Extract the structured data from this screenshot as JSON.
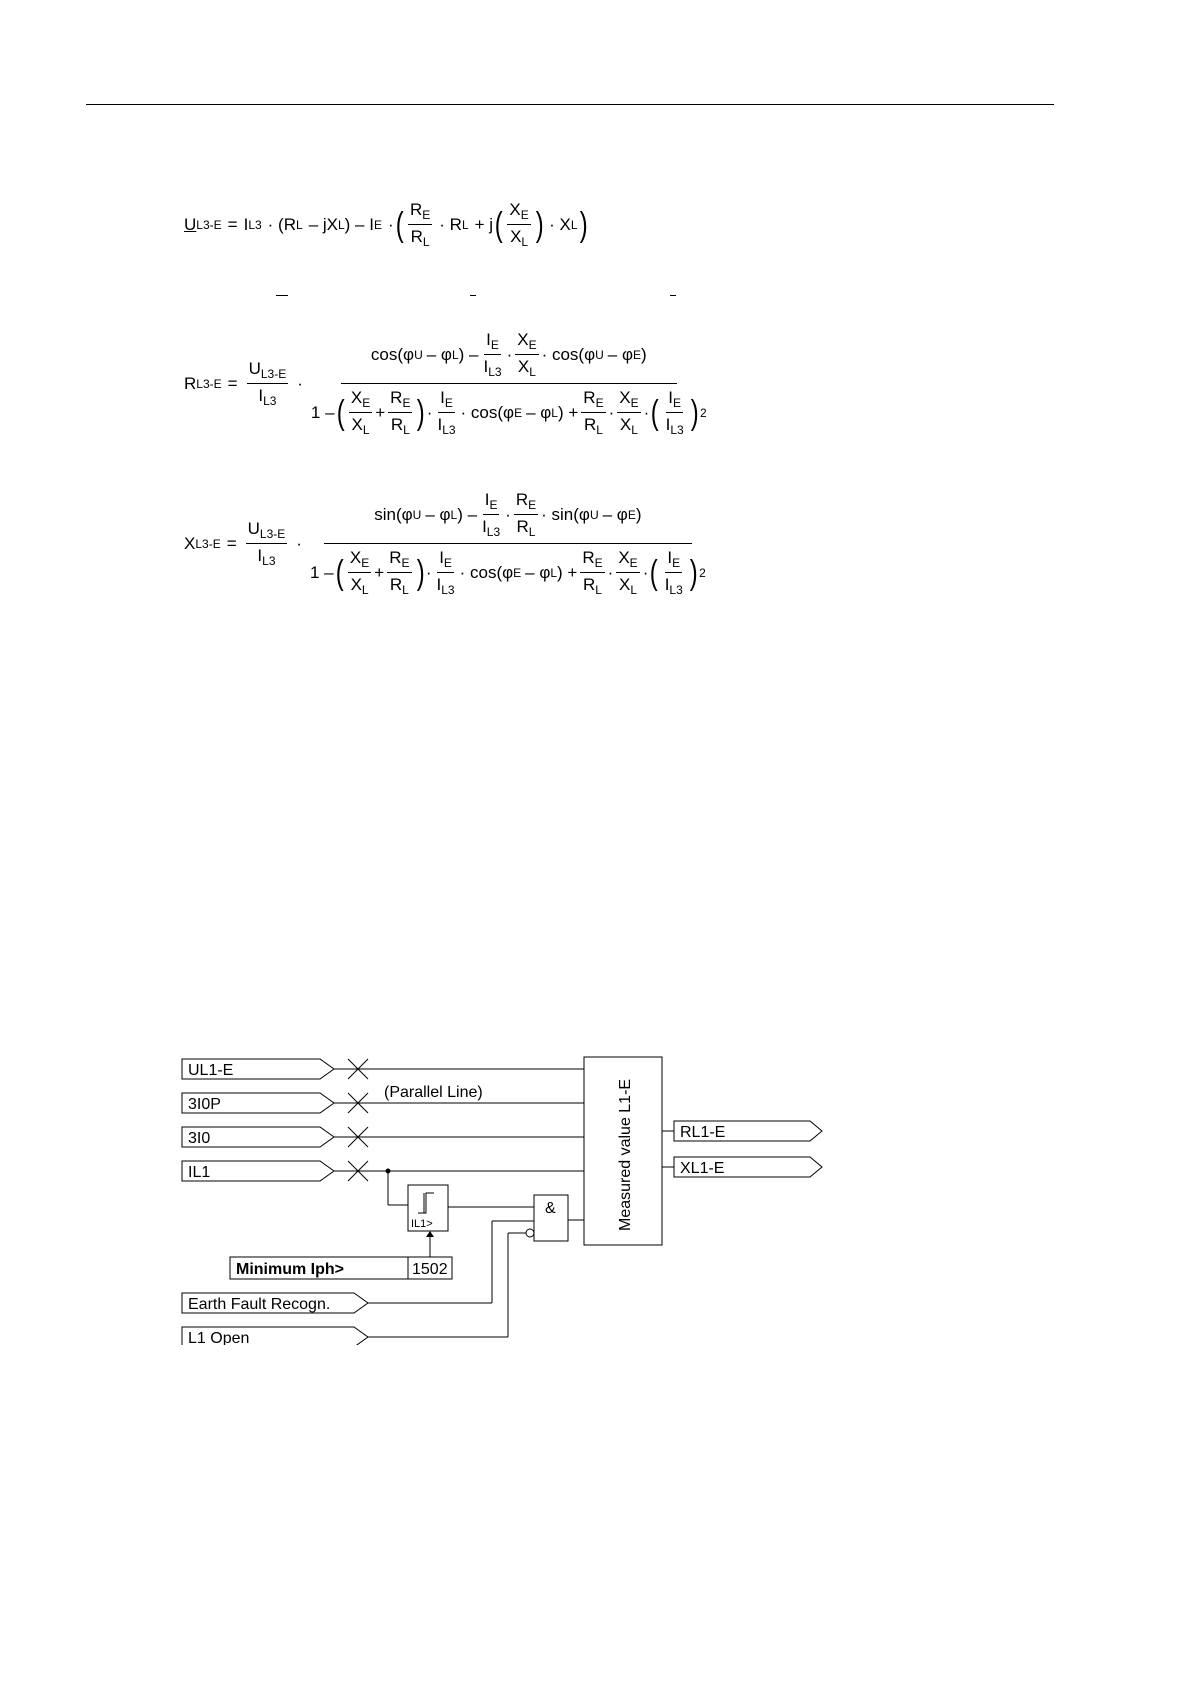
{
  "formulas": {
    "f1": {
      "lhs": "U",
      "lhs_sub": "L3-E",
      "eq": "=",
      "t1": "I",
      "t1_sub": "L3",
      "t2": "· (R",
      "t2_sub": "L",
      "t3": "– jX",
      "t3_sub": "L",
      "t4": ") – I",
      "t4_sub": "E",
      "t5": "·",
      "rE": "R",
      "rE_sub": "E",
      "rL": "R",
      "rL_sub": "L",
      "t6": "· R",
      "t6_sub": "L",
      "t7": "+ j",
      "xE": "X",
      "xE_sub": "E",
      "xL": "X",
      "xL_sub": "L",
      "t8": "· X",
      "t8_sub": "L"
    },
    "f2": {
      "lhs": "R",
      "lhs_sub": "L3-E",
      "eq": "=",
      "u": "U",
      "u_sub": "L3-E",
      "i": "I",
      "i_sub": "L3",
      "dot": "·",
      "num_a": "cos(φ",
      "num_a_sub": "U",
      "num_b": "– φ",
      "num_b_sub": "L",
      "num_c": ") –",
      "ie": "I",
      "ie_sub": "E",
      "il3": "I",
      "il3_sub": "L3",
      "xe": "X",
      "xe_sub": "E",
      "xl": "X",
      "xl_sub": "L",
      "num_d": "· cos(φ",
      "num_d_sub": "U",
      "num_e": "– φ",
      "num_e_sub": "E",
      "num_f": ")"
    },
    "f3": {
      "lhs": "X",
      "lhs_sub": "L3-E",
      "num_a": "sin(φ",
      "num_b": "– φ",
      "num_c": ") –",
      "num_d": "· sin(φ",
      "num_e": "– φ",
      "num_f": ")"
    },
    "den": {
      "one": "1 –",
      "plus": "+",
      "cos": "· cos(φ",
      "cos_sub": "E",
      "minus_phi": "– φ",
      "minus_phi_sub": "L",
      "close": ") +",
      "sq": "2"
    }
  },
  "diagram": {
    "inputs": [
      "UL1-E",
      "3I0P",
      "3I0",
      "IL1"
    ],
    "parallel_label": "(Parallel Line)",
    "block_label": "Measured value L1-E",
    "outputs": [
      "RL1-E",
      "XL1-E"
    ],
    "threshold_label": "IL1>",
    "and_label": "&",
    "param_name": "Minimum Iph>",
    "param_addr": "1502",
    "lower_inputs": [
      "Earth Fault Recogn.",
      "L1 Open"
    ]
  }
}
